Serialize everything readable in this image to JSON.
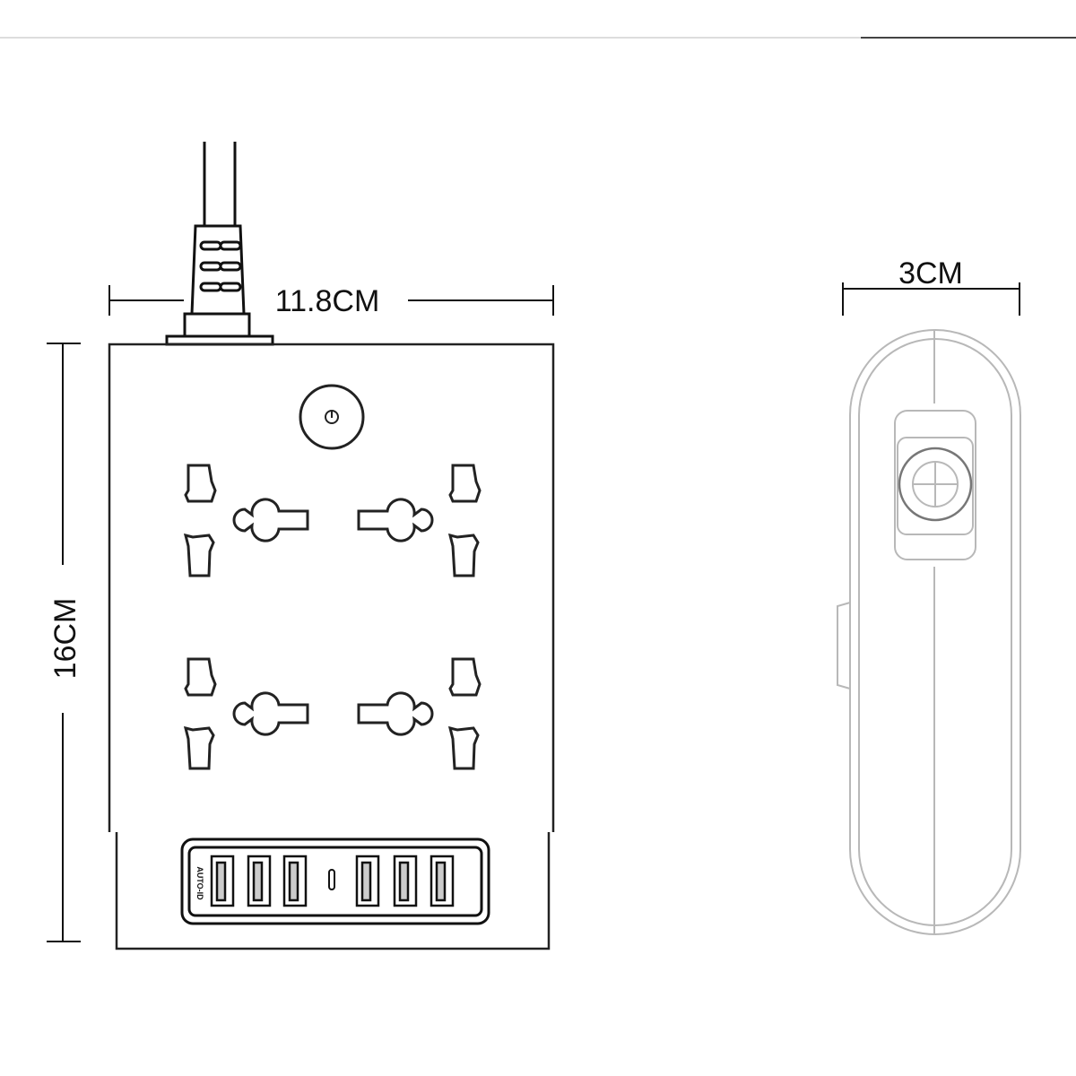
{
  "front_view": {
    "width_label": "11.8CM",
    "height_label": "16CM",
    "ac_outlet_count": 4,
    "usb_port_count": 6,
    "usb_panel_label": "AUTO-ID"
  },
  "side_view": {
    "depth_label": "3CM"
  },
  "colors": {
    "line": "#111111",
    "side_line": "#bbbbbb"
  }
}
